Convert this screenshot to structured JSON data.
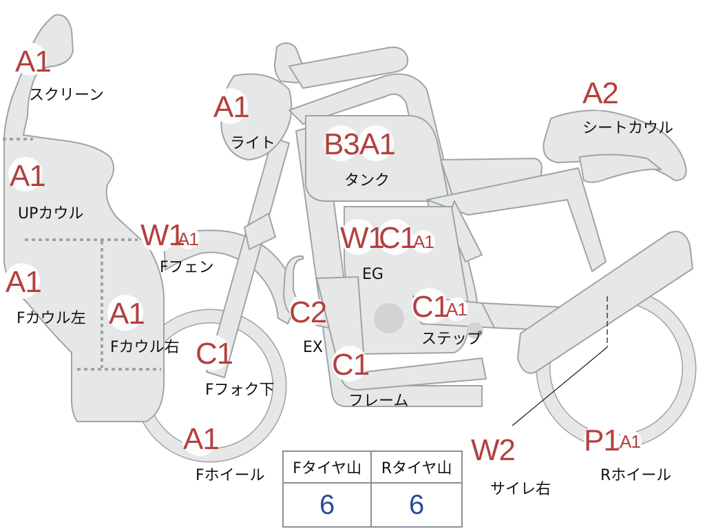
{
  "parts": [
    {
      "id": "screen",
      "grades": [
        {
          "code": "A1",
          "size": "big"
        }
      ],
      "label": "スクリーン"
    },
    {
      "id": "light",
      "grades": [
        {
          "code": "A1",
          "size": "big"
        }
      ],
      "label": "ライト"
    },
    {
      "id": "tank",
      "grades": [
        {
          "code": "B3",
          "size": "big"
        },
        {
          "code": "A1",
          "size": "big"
        }
      ],
      "label": "タンク"
    },
    {
      "id": "seat-cowl",
      "grades": [
        {
          "code": "A2",
          "size": "big"
        }
      ],
      "label": "シートカウル"
    },
    {
      "id": "up-cowl",
      "grades": [
        {
          "code": "A1",
          "size": "big"
        }
      ],
      "label": "UPカウル"
    },
    {
      "id": "f-fender",
      "grades": [
        {
          "code": "W1",
          "size": "big"
        },
        {
          "code": "A1",
          "size": "small"
        }
      ],
      "label": "Fフェン"
    },
    {
      "id": "engine",
      "grades": [
        {
          "code": "W1",
          "size": "big"
        },
        {
          "code": "C1",
          "size": "big"
        },
        {
          "code": "A1",
          "size": "small"
        }
      ],
      "label": "EG"
    },
    {
      "id": "f-cowl-left",
      "grades": [
        {
          "code": "A1",
          "size": "big"
        }
      ],
      "label": "Fカウル左"
    },
    {
      "id": "f-cowl-right",
      "grades": [
        {
          "code": "A1",
          "size": "big"
        }
      ],
      "label": "Fカウル右"
    },
    {
      "id": "exhaust",
      "grades": [
        {
          "code": "C2",
          "size": "big"
        }
      ],
      "label": "EX"
    },
    {
      "id": "step",
      "grades": [
        {
          "code": "C1",
          "size": "big"
        },
        {
          "code": "A1",
          "size": "small"
        }
      ],
      "label": "ステップ"
    },
    {
      "id": "f-fork-lower",
      "grades": [
        {
          "code": "C1",
          "size": "big"
        }
      ],
      "label": "Fフォク下"
    },
    {
      "id": "frame",
      "grades": [
        {
          "code": "C1",
          "size": "big"
        }
      ],
      "label": "フレーム"
    },
    {
      "id": "f-wheel",
      "grades": [
        {
          "code": "A1",
          "size": "big"
        }
      ],
      "label": "Fホイール"
    },
    {
      "id": "silencer-right",
      "grades": [
        {
          "code": "W2",
          "size": "big"
        }
      ],
      "label": "サイレ右"
    },
    {
      "id": "r-wheel",
      "grades": [
        {
          "code": "P1",
          "size": "big"
        },
        {
          "code": "A1",
          "size": "small"
        }
      ],
      "label": "Rホイール"
    }
  ],
  "tire_table": {
    "headers": [
      "Fタイヤ山",
      "Rタイヤ山"
    ],
    "values": [
      "6",
      "6"
    ]
  },
  "colors": {
    "grade_text": "#b3403f",
    "tire_value_text": "#2a4a9a",
    "bike_fill": "#e6e7e7",
    "bike_stroke": "#9fa3a6",
    "dotted_line": "#9fa3a6",
    "table_border": "#8a8f94"
  }
}
